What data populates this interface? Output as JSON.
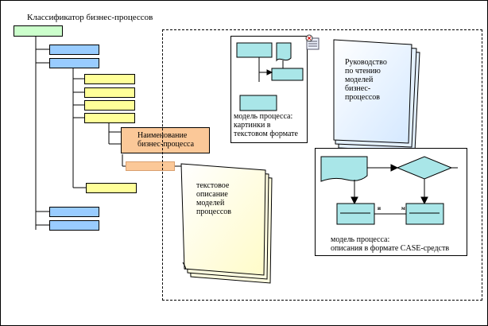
{
  "tree": {
    "title": "Классификатор бизнес-процессов",
    "process_name": [
      "Наименование",
      "бизнес-процесса"
    ]
  },
  "docs": {
    "text_desc": [
      "текстовое",
      "описание",
      "моделей",
      "процессов"
    ],
    "guide": [
      "Руководство",
      "по чтению",
      "моделей",
      "бизнес-",
      "процессов"
    ],
    "pictures": [
      "модель процесса:",
      "картинки в",
      "текстовом формате"
    ],
    "case": [
      "модель процесса:",
      "описания в формате CASE-средств"
    ],
    "arrow_label_left": "и",
    "arrow_label_right": "м"
  },
  "colors": {
    "root": "#ccffcc",
    "level1": "#99ccff",
    "level2": "#ffff99",
    "leaf": "#fbc898",
    "case_block": "#a9e6e8"
  }
}
